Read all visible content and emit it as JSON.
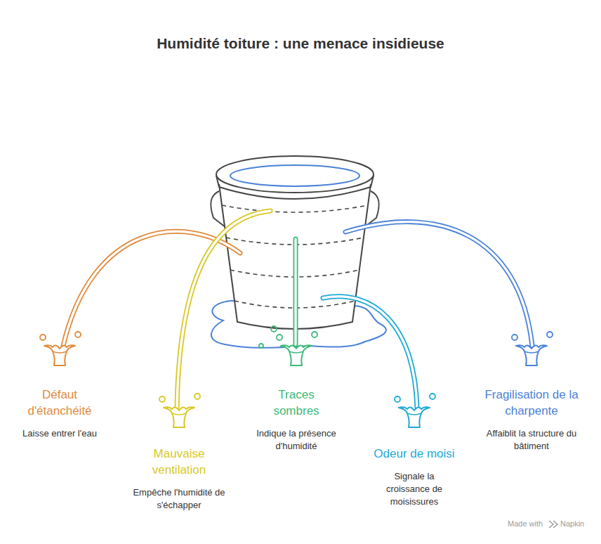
{
  "diagram": {
    "title": "Humidité toiture : une menace insidieuse",
    "nodes": [
      {
        "text": [
          "Défaut d'étanchéité",
          "Laisse entrer l'eau"
        ]
      },
      {
        "text": [
          "Mauvaise ventilation",
          "Empêche l'humidité de s'échapper"
        ]
      },
      {
        "text": [
          "Traces sombres",
          "Indique la présence d'humidité"
        ]
      },
      {
        "text": [
          "Odeur de moisi",
          "Signale la croissance de moisissures"
        ]
      },
      {
        "text": [
          "Fragilisation de la charpente",
          "Affaiblit la structure du bâtiment"
        ]
      }
    ],
    "labels": [
      "Made with",
      "Napkin"
    ]
  }
}
